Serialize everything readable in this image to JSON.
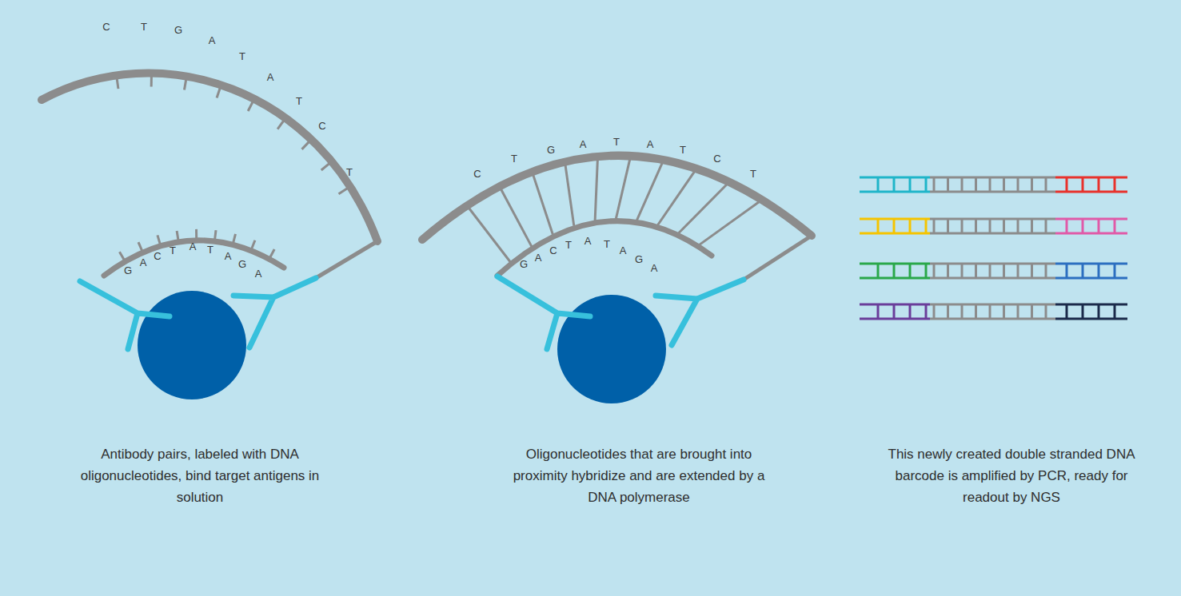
{
  "diagram": {
    "labels": [
      "C",
      "T",
      "G",
      "A",
      "T",
      "A",
      "T",
      "C",
      "T",
      "G",
      "A",
      "C",
      "T",
      "A",
      "T",
      "A",
      "G",
      "A",
      "Antibody pairs, labeled with DNA oligonucleotides, bind target antigens in solution",
      "C",
      "T",
      "G",
      "A",
      "T",
      "A",
      "T",
      "C",
      "T",
      "G",
      "A",
      "C",
      "T",
      "A",
      "T",
      "A",
      "G",
      "A",
      "Oligonucleotides that are brought into proximity hybridize and are extended by a DNA polymerase",
      "This newly created double stranded DNA barcode is amplified by PCR, ready for readout by NGS"
    ]
  }
}
